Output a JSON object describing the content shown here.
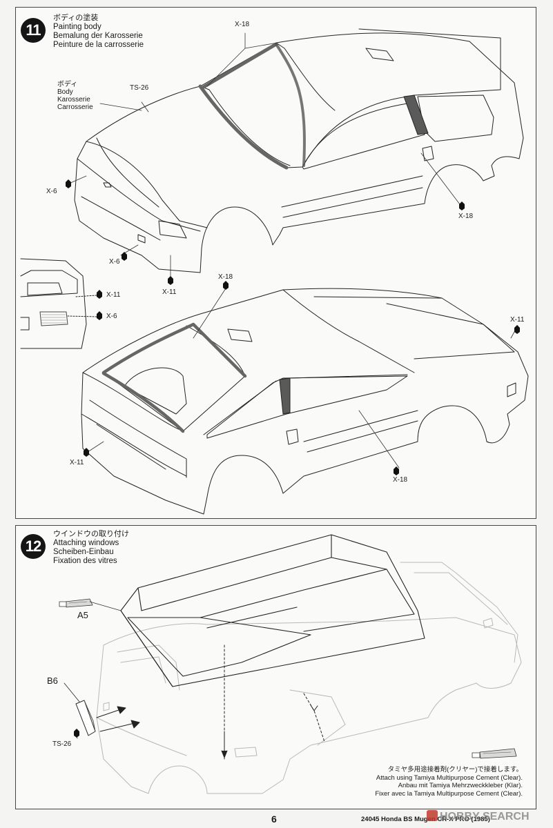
{
  "step11": {
    "number": "11",
    "title_jp": "ボディの塗装",
    "title_en": "Painting body",
    "title_de": "Bemalung der Karosserie",
    "title_fr": "Peinture de la carrosserie",
    "callouts": {
      "body_jp": "ボディ",
      "body_en": "Body",
      "body_de": "Karosserie",
      "body_fr": "Carrosserie",
      "ts26": "TS-26",
      "x18_roof_front": "X-18",
      "x6_front_left": "X-6",
      "x18_pillar_front": "X-18",
      "x6_bumper": "X-6",
      "x11_front": "X-11",
      "x11_detail": "X-11",
      "x6_detail": "X-6",
      "x18_roof_rear": "X-18",
      "x11_rear_right": "X-11",
      "x11_rear_left": "X-11",
      "x18_side_rear": "X-18"
    }
  },
  "step12": {
    "number": "12",
    "title_jp": "ウインドウの取り付け",
    "title_en": "Attaching windows",
    "title_de": "Scheiben-Einbau",
    "title_fr": "Fixation des vitres",
    "parts": {
      "a5": "A5",
      "b6": "B6",
      "ts26": "TS-26"
    },
    "note": {
      "jp": "タミヤ多用途接着剤(クリヤー)で接着します。",
      "en": "Attach using Tamiya Multipurpose Cement (Clear).",
      "de": "Anbau mit Tamiya Mehrzweckkleber (Klar).",
      "fr": "Fixer avec la Tamiya Multipurpose Cement (Clear)."
    }
  },
  "footer": {
    "page": "6",
    "code_title": "24045  Honda BS Mugen CR-X PRO (1985)"
  },
  "watermark": "HOBBY SEARCH",
  "colors": {
    "ink": "#1a1a1a",
    "paper": "#fafaf8",
    "hatch": "#6a6a6a"
  }
}
